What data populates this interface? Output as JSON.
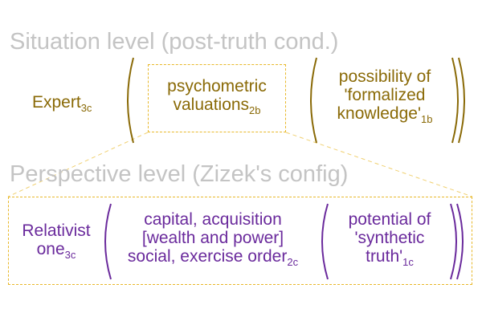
{
  "situation": {
    "title": "Situation level (post-truth cond.)",
    "expert": {
      "text": "Expert",
      "sub": "3c"
    },
    "box": {
      "line1": "psychometric",
      "line2": "valuations",
      "sub": "2b"
    },
    "right": {
      "line1": "possibility of",
      "line2": "'formalized",
      "line3": "knowledge'",
      "sub": "1b"
    }
  },
  "perspective": {
    "title": "Perspective level (Zizek's config)",
    "left": {
      "line1": "Relativist",
      "line2": "one",
      "sub": "3c"
    },
    "middle": {
      "line1": "capital, acquisition",
      "line2": "[wealth and power]",
      "line3": "social, exercise order",
      "sub": "2c"
    },
    "right": {
      "line1": "potential of",
      "line2": "'synthetic",
      "line3": "truth'",
      "sub": "1c"
    }
  },
  "colors": {
    "situation_text": "#8a6a07",
    "perspective_text": "#6a2a9c",
    "dashed": "#e8b82a",
    "title": "#c4c4c4"
  }
}
